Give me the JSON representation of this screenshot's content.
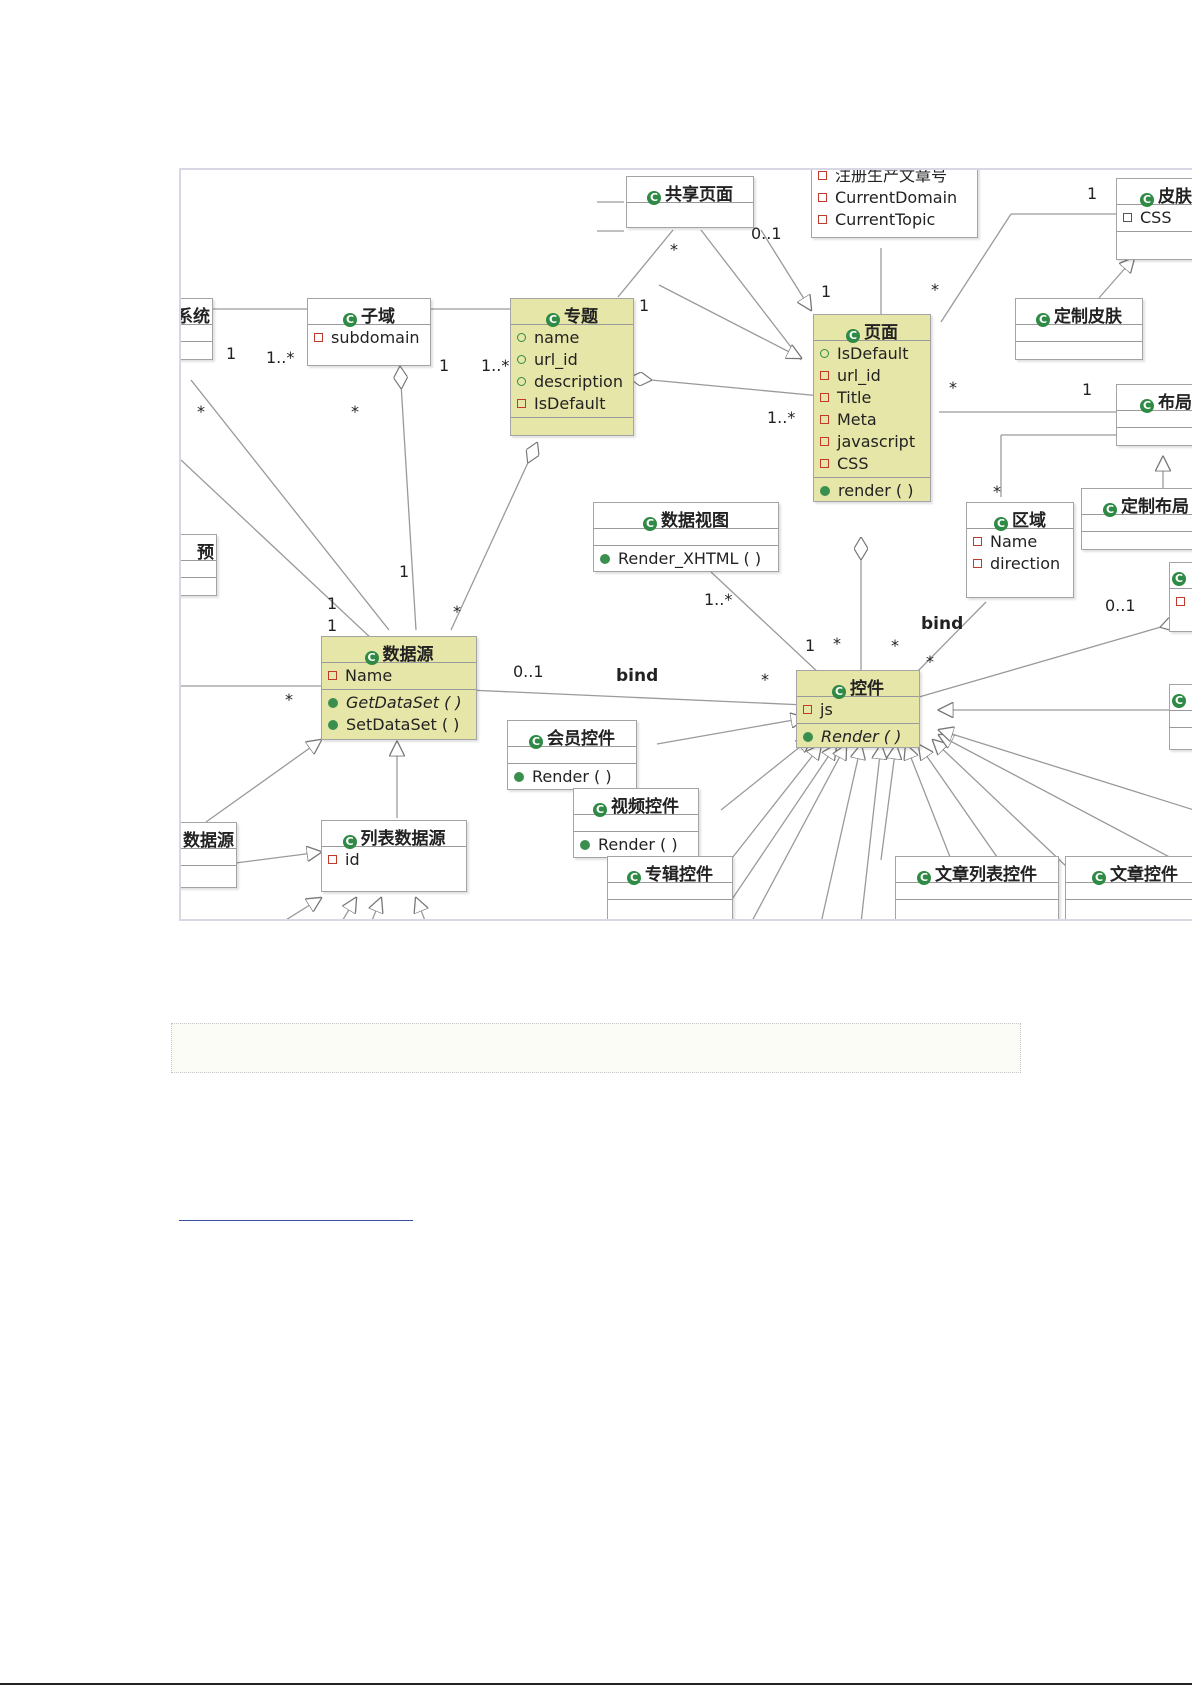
{
  "diagram": {
    "classes": {
      "shared_page": {
        "title": "共享页面"
      },
      "skin": {
        "title": "皮肤",
        "attrs": [
          "CSS"
        ]
      },
      "custom_skin": {
        "title": "定制皮肤"
      },
      "system": {
        "title": "系统"
      },
      "subdomain": {
        "title": "子域",
        "attrs": [
          "subdomain"
        ]
      },
      "topic": {
        "title": "专题",
        "attrs": [
          "name",
          "url_id",
          "description",
          "IsDefault"
        ]
      },
      "page": {
        "title": "页面",
        "attrs": [
          "IsDefault",
          "url_id",
          "Title",
          "Meta",
          "javascript",
          "CSS"
        ],
        "ops": [
          "render ( )"
        ]
      },
      "layout": {
        "title": "布局"
      },
      "custom_layout": {
        "title": "定制布局"
      },
      "top_partial": {
        "attrs": [
          "注册生产文章号",
          "CurrentDomain",
          "CurrentTopic"
        ]
      },
      "data_view": {
        "title": "数据视图",
        "ops": [
          "Render_XHTML ( )"
        ]
      },
      "region": {
        "title": "区域",
        "attrs": [
          "Name",
          "direction"
        ]
      },
      "preset": {
        "title": "预"
      },
      "data_source": {
        "title": "数据源",
        "attrs": [
          "Name"
        ],
        "ops": [
          "GetDataSet ( )",
          "SetDataSet ( )"
        ]
      },
      "control": {
        "title": "控件",
        "attrs": [
          "js"
        ],
        "ops": [
          "Render ( )"
        ]
      },
      "member_control": {
        "title": "会员控件",
        "ops": [
          "Render ( )"
        ]
      },
      "video_control": {
        "title": "视频控件",
        "ops": [
          "Render ( )"
        ]
      },
      "album_control": {
        "title": "专辑控件"
      },
      "article_list_control": {
        "title": "文章列表控件"
      },
      "article_control": {
        "title": "文章控件"
      },
      "other_datasource": {
        "title": "数据源"
      },
      "list_datasource": {
        "title": "列表数据源",
        "attrs": [
          "id"
        ]
      }
    },
    "labels": {
      "m_shared_star": "*",
      "m_shared_01": "0..1",
      "m_topic_shared_1": "1",
      "m_page_shared_1": "1",
      "m_skin_1": "1",
      "m_page_skin_star": "*",
      "m_sys_1": "1",
      "m_sub_1n": "1..*",
      "m_sub_1": "1",
      "m_topic_1n": "1..*",
      "m_page_1n": "1..*",
      "m_page_layout_star": "*",
      "m_layout_1": "1",
      "m_region_star": "*",
      "m_sys_star": "*",
      "m_sub_star": "*",
      "m_ds_sub_1": "1",
      "m_ds_topic_star": "*",
      "m_ds_a1": "1",
      "m_ds_a2": "1",
      "m_dv_1n": "1..*",
      "m_ctrl_1": "1",
      "m_ctrl_star1": "*",
      "m_ctrl_star2": "*",
      "m_ctrl_star3": "*",
      "m_ctrl_star4": "*",
      "m_ds_01": "0..1",
      "m_left_star": "*",
      "m_right_01": "0..1",
      "bind1": "bind",
      "bind2": "bind"
    }
  }
}
